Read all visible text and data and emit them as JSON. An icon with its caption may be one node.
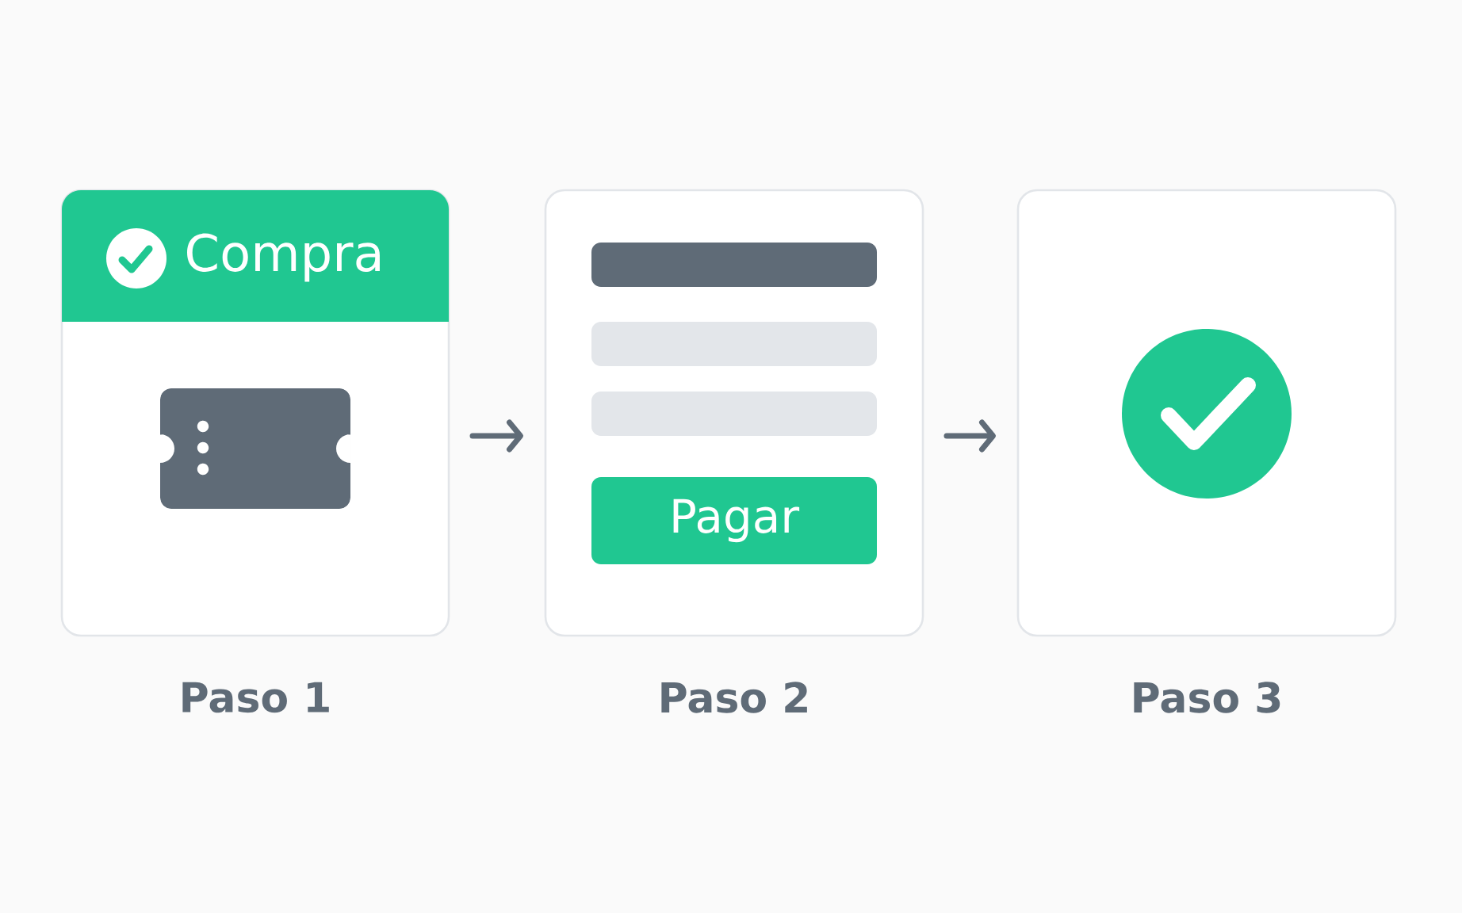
{
  "diagram": {
    "nodes": [
      {
        "text": [
          "Compra"
        ],
        "beside": [
          "Paso 1"
        ]
      },
      {
        "text": [],
        "shape": "box",
        "beside": [
          "Paso 2"
        ]
      },
      {
        "text": [
          "Pagar"
        ],
        "in": 1
      },
      {
        "text": [],
        "shape": "box",
        "beside": [
          "Paso 3"
        ]
      }
    ],
    "edges": [
      {
        "from": 0,
        "to": 1,
        "arrow": "to"
      },
      {
        "from": 1,
        "to": 3,
        "arrow": "to"
      }
    ]
  }
}
